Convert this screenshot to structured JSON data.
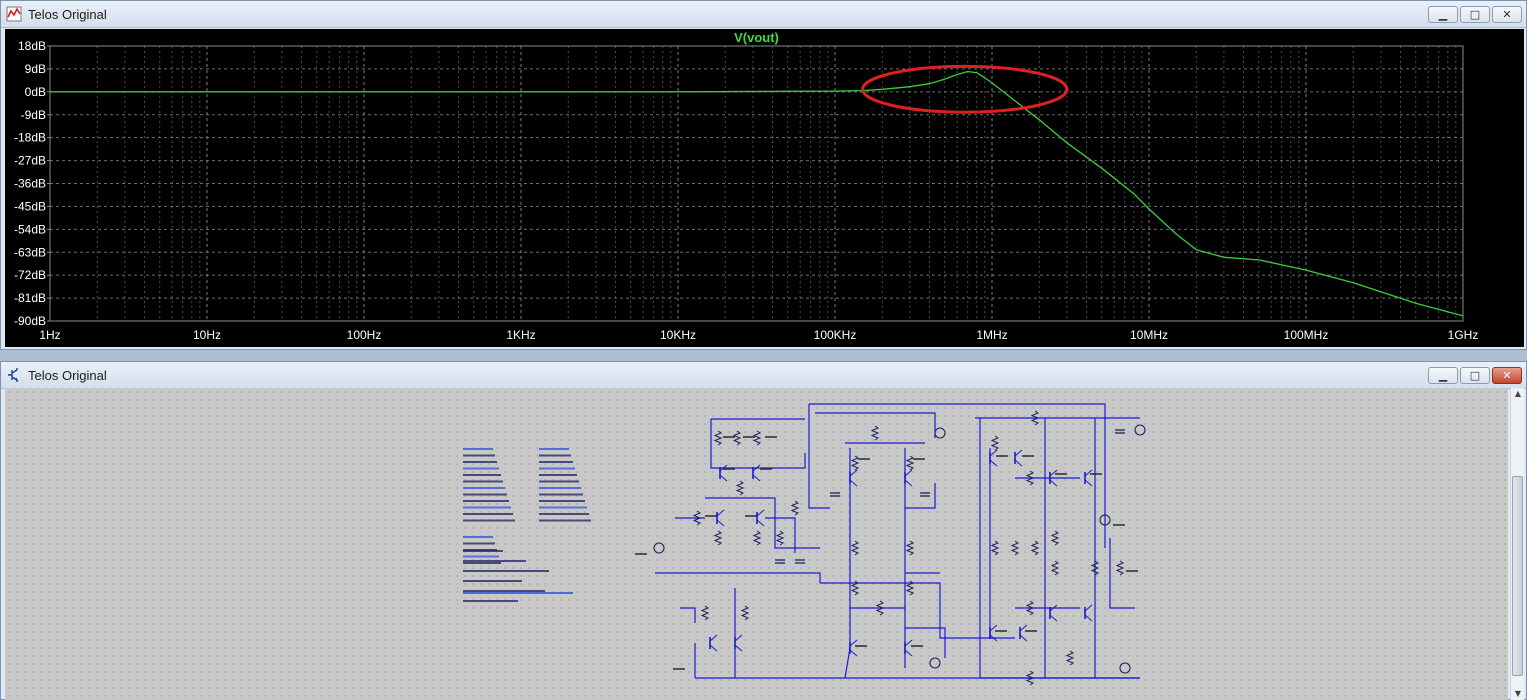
{
  "plot_window": {
    "title": "Telos Original",
    "icon": "waveform-plot-icon",
    "buttons": {
      "minimize": "▁",
      "maximize": "□",
      "close": "✕"
    }
  },
  "schematic_window": {
    "title": "Telos Original",
    "icon": "schematic-icon",
    "buttons": {
      "minimize": "▁",
      "maximize": "□",
      "close": "✕"
    }
  },
  "colors": {
    "trace": "#3ccc3c",
    "trace_title": "#3cdc3c",
    "grid": "#8a8a8a",
    "axis_text": "#ffffff",
    "highlight_ellipse": "#e02020",
    "wire": "#1a1ad0"
  },
  "chart_data": {
    "type": "line",
    "title": "V(vout)",
    "x_scale": "log",
    "xlim": [
      1,
      1000000000
    ],
    "ylim": [
      -90,
      18
    ],
    "x_ticks": [
      {
        "value": 1,
        "label": "1Hz"
      },
      {
        "value": 10,
        "label": "10Hz"
      },
      {
        "value": 100,
        "label": "100Hz"
      },
      {
        "value": 1000,
        "label": "1KHz"
      },
      {
        "value": 10000,
        "label": "10KHz"
      },
      {
        "value": 100000,
        "label": "100KHz"
      },
      {
        "value": 1000000,
        "label": "1MHz"
      },
      {
        "value": 10000000,
        "label": "10MHz"
      },
      {
        "value": 100000000,
        "label": "100MHz"
      },
      {
        "value": 1000000000,
        "label": "1GHz"
      }
    ],
    "y_ticks": [
      {
        "value": 18,
        "label": "18dB"
      },
      {
        "value": 9,
        "label": "9dB"
      },
      {
        "value": 0,
        "label": "0dB"
      },
      {
        "value": -9,
        "label": "-9dB"
      },
      {
        "value": -18,
        "label": "-18dB"
      },
      {
        "value": -27,
        "label": "-27dB"
      },
      {
        "value": -36,
        "label": "-36dB"
      },
      {
        "value": -45,
        "label": "-45dB"
      },
      {
        "value": -54,
        "label": "-54dB"
      },
      {
        "value": -63,
        "label": "-63dB"
      },
      {
        "value": -72,
        "label": "-72dB"
      },
      {
        "value": -81,
        "label": "-81dB"
      },
      {
        "value": -90,
        "label": "-90dB"
      }
    ],
    "grid": true,
    "series": [
      {
        "x": [
          1,
          10,
          100,
          1000,
          10000,
          50000,
          100000,
          150000,
          200000,
          300000,
          400000,
          500000,
          600000,
          700000,
          800000,
          900000,
          1000000,
          1300000,
          2000000,
          3000000,
          5000000,
          8000000,
          10000000,
          15000000,
          20000000,
          30000000,
          50000000,
          100000000,
          200000000,
          500000000,
          1000000000
        ],
        "y": [
          0,
          0,
          0,
          0,
          0,
          0.2,
          0.3,
          0.5,
          1,
          2,
          3.2,
          5,
          6.8,
          8,
          7.5,
          5.5,
          3.5,
          -2,
          -11,
          -20,
          -30,
          -40,
          -46,
          -56,
          -62,
          -65,
          -66,
          -70,
          -75,
          -83,
          -88
        ]
      }
    ],
    "annotations": [
      {
        "type": "ellipse",
        "x_center": 800000,
        "y_center": 2,
        "x_from": 150000,
        "x_to": 3000000,
        "y_from": 10,
        "y_to": -8
      }
    ]
  }
}
